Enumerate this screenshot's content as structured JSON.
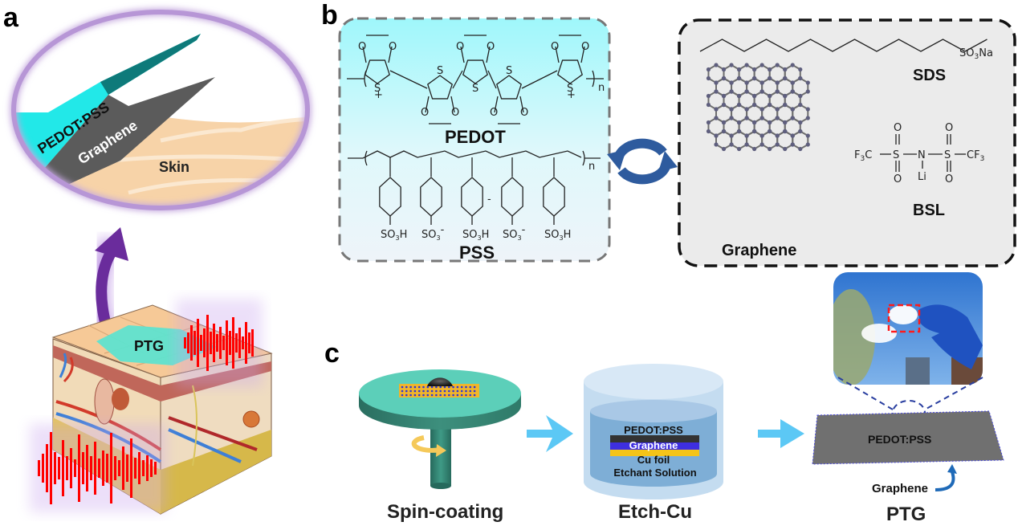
{
  "figure": {
    "panels": {
      "a": {
        "letter": "a",
        "inset_labels": {
          "top_layer": "PEDOT:PSS",
          "middle_layer": "Graphene",
          "substrate": "Skin"
        },
        "skin_block_label": "PTG"
      },
      "b": {
        "letter": "b",
        "left_box": {
          "polymer_top": "PEDOT",
          "polymer_bottom": "PSS",
          "repeat_subscript": "n",
          "charge_plus": "+",
          "sulfur": "S",
          "oxygen": "O",
          "pss_groups": [
            "SO3H",
            "SO3-",
            "SO3H",
            "SO3-",
            "SO3H"
          ],
          "dot_label": "·"
        },
        "right_box": {
          "sds_group": "SO3Na",
          "sds_label": "SDS",
          "graphene_label": "Graphene",
          "bsl_label": "BSL",
          "bsl_atoms": {
            "left": "F3C",
            "s": "S",
            "n": "N",
            "li": "Li",
            "o": "O",
            "right": "CF3"
          }
        }
      },
      "c": {
        "letter": "c",
        "steps": [
          {
            "label": "Spin-coating"
          },
          {
            "label": "Etch-Cu",
            "layers": [
              "PEDOT:PSS",
              "Graphene",
              "Cu foil",
              "Etchant Solution"
            ]
          },
          {
            "label": "PTG",
            "film_label": "PEDOT:PSS",
            "bottom_label": "Graphene"
          }
        ]
      }
    },
    "colors": {
      "pedot_cyan": "#1ee6e6",
      "graphene_gray": "#5a5a5a",
      "skin": "#f5cfa3",
      "halo_purple": "#b79ad6",
      "arrow_purple": "#6a2c9c",
      "signal_red": "#ff0000",
      "exchange_blue": "#2e5b9e",
      "process_arrow": "#5cc8f5",
      "spin_teal": "#5ccfb9",
      "etch_blue": "#bcd8ee",
      "layer_dark": "#333333",
      "layer_graphene": "#3e2fe0",
      "layer_cu": "#f5c419"
    }
  }
}
